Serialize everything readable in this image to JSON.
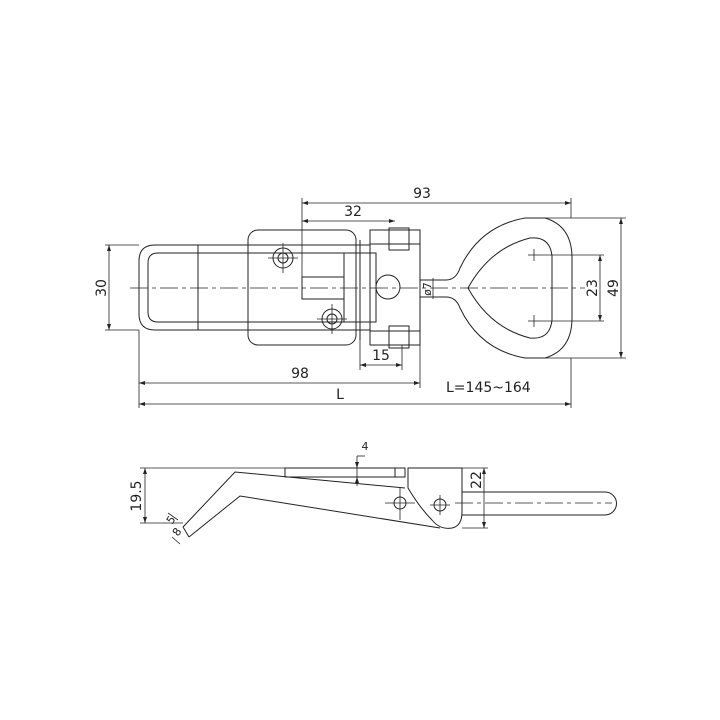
{
  "drawing": {
    "type": "technical drawing",
    "subject": "adjustable toggle latch (draw latch)",
    "top_view": {
      "dimensions": {
        "overall_ring_to_handle_end": "93",
        "pivot_offset": "32",
        "height": "30",
        "bracket_width": "15",
        "base_length": "98",
        "total_length_label": "L",
        "length_range": "L=145~164",
        "rod_diameter": "ø7",
        "handle_hole_spacing": "23",
        "handle_height": "49"
      }
    },
    "side_view": {
      "dimensions": {
        "plate_thickness": "4",
        "lever_height": "19.5",
        "bracket_height": "22",
        "tip_offset_a": "5",
        "tip_offset_b": "8"
      }
    }
  }
}
